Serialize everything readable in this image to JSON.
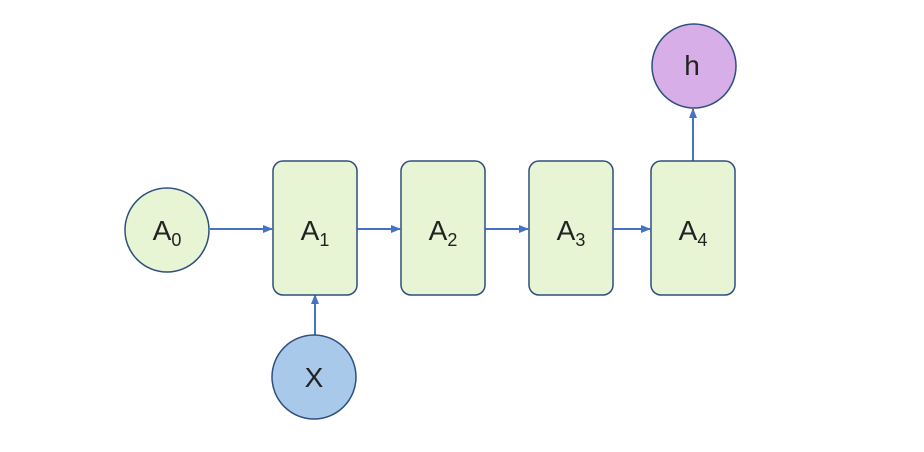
{
  "colors": {
    "stroke": "#2f4f7f",
    "arrow": "#4472c4",
    "node_green": "#e8f5d4",
    "node_blue": "#a9c9ea",
    "node_purple": "#d8aee8",
    "text": "#222222"
  },
  "nodes": {
    "a0": {
      "main": "A",
      "sub": "0"
    },
    "a1": {
      "main": "A",
      "sub": "1"
    },
    "a2": {
      "main": "A",
      "sub": "2"
    },
    "a3": {
      "main": "A",
      "sub": "3"
    },
    "a4": {
      "main": "A",
      "sub": "4"
    },
    "x": {
      "main": "X"
    },
    "h": {
      "main": "h"
    }
  },
  "edges": [
    {
      "from": "A0",
      "to": "A1"
    },
    {
      "from": "A1",
      "to": "A2"
    },
    {
      "from": "A2",
      "to": "A3"
    },
    {
      "from": "A3",
      "to": "A4"
    },
    {
      "from": "X",
      "to": "A1"
    },
    {
      "from": "A4",
      "to": "h"
    }
  ]
}
